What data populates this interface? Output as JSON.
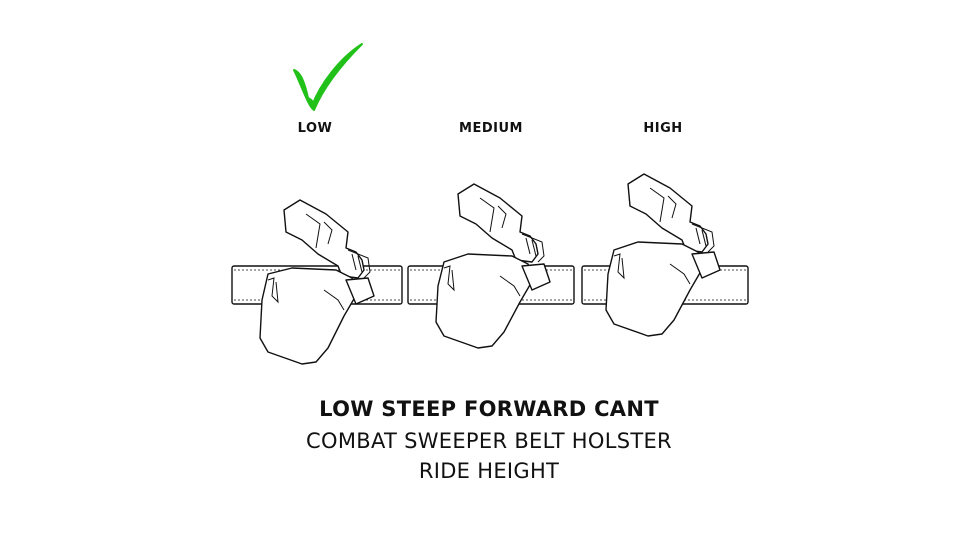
{
  "options": [
    {
      "id": "low",
      "label": "LOW",
      "selected": true
    },
    {
      "id": "medium",
      "label": "MEDIUM",
      "selected": false
    },
    {
      "id": "high",
      "label": "HIGH",
      "selected": false
    }
  ],
  "caption": {
    "title": "LOW STEEP FORWARD CANT",
    "line1": "COMBAT SWEEPER BELT HOLSTER",
    "line2": "RIDE HEIGHT"
  },
  "colors": {
    "check": "#22c11a",
    "ink": "#111111",
    "background": "#ffffff"
  },
  "icons": {
    "selected_marker": "checkmark-icon",
    "illustration": "holster-on-belt-illustration"
  }
}
